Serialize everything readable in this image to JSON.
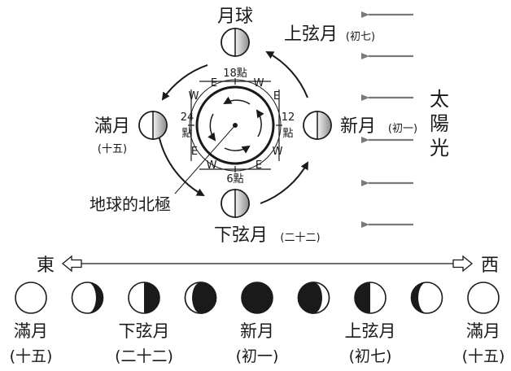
{
  "labels": {
    "moon_top": "月球",
    "first_quarter": "上弦月",
    "first_quarter_day": "(初七)",
    "full_moon": "滿月",
    "full_moon_day": "(十五)",
    "new_moon": "新月",
    "new_moon_day": "(初一)",
    "last_quarter": "下弦月",
    "last_quarter_day": "(二十二)",
    "north_pole": "地球的北極",
    "sun": [
      "太",
      "陽",
      "光"
    ]
  },
  "earth_dial": {
    "h18": "18點",
    "h12_num": "12",
    "h12_unit": "點",
    "h24_num": "24",
    "h24_unit": "點",
    "h6": "6點",
    "e": "E",
    "w": "W"
  },
  "direction": {
    "east": "東",
    "west": "西"
  },
  "phase_strip": [
    {
      "phase": "full",
      "name": "滿月",
      "day": "(十五)"
    },
    {
      "phase": "waning-crescent",
      "name": "",
      "day": ""
    },
    {
      "phase": "last-quarter",
      "name": "下弦月",
      "day": "(二十二)"
    },
    {
      "phase": "waxing-gibbous-dark",
      "name": "",
      "day": ""
    },
    {
      "phase": "new",
      "name": "新月",
      "day": "(初一)"
    },
    {
      "phase": "waxing-crescent-dark",
      "name": "",
      "day": ""
    },
    {
      "phase": "first-quarter",
      "name": "上弦月",
      "day": "(初七)"
    },
    {
      "phase": "waxing-gibbous",
      "name": "",
      "day": ""
    },
    {
      "phase": "full",
      "name": "滿月",
      "day": "(十五)"
    }
  ],
  "colors": {
    "ink": "#1a1a1a",
    "gray_light": "#e6e6e6",
    "gray_dark": "#8a8a8a",
    "arrow": "#7a7a7a"
  }
}
